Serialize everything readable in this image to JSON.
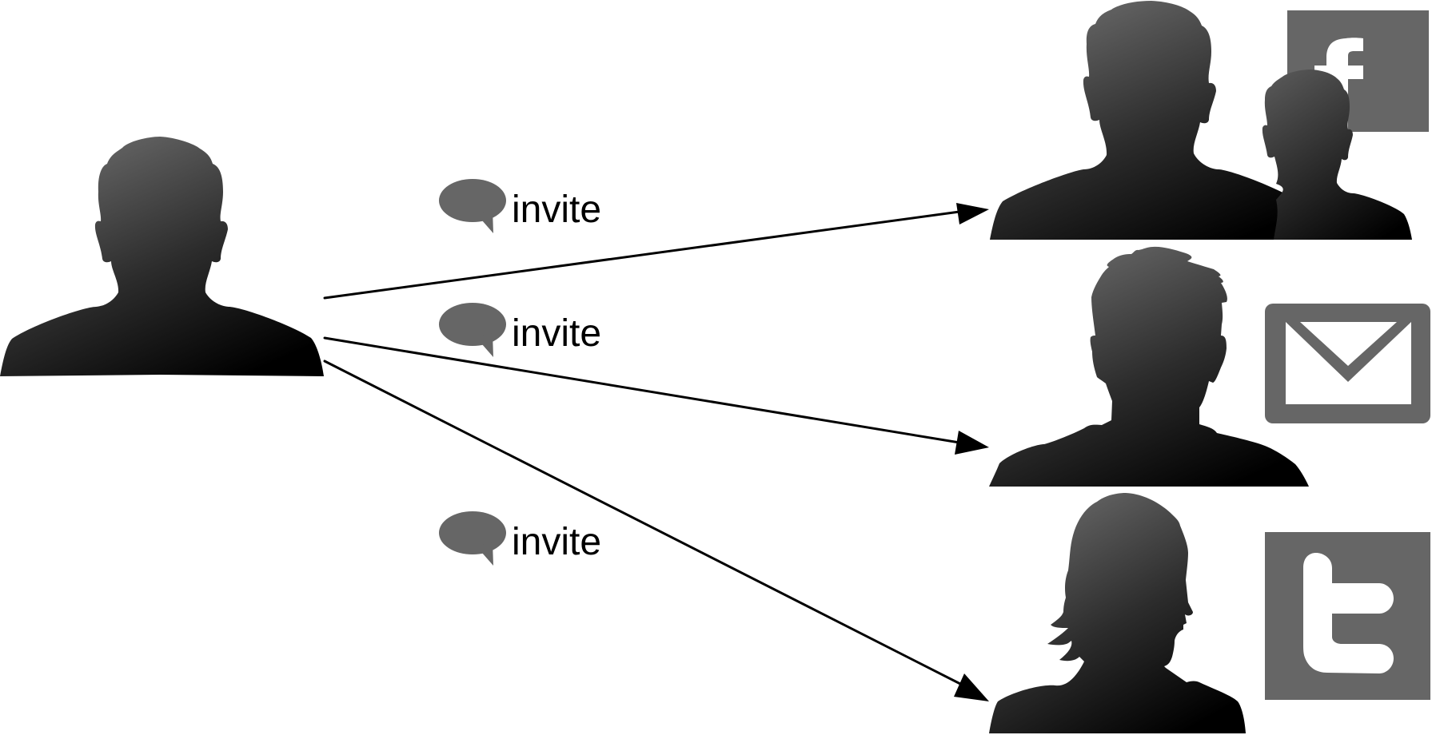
{
  "diagram": {
    "sender": {
      "icon": "person-silhouette-icon"
    },
    "invites": [
      {
        "label": "invite",
        "icon": "speech-bubble-icon"
      },
      {
        "label": "invite",
        "icon": "speech-bubble-icon"
      },
      {
        "label": "invite",
        "icon": "speech-bubble-icon"
      }
    ],
    "recipients": [
      {
        "icon": "group-silhouette-icon",
        "channel_icon": "facebook-icon"
      },
      {
        "icon": "man-silhouette-icon",
        "channel_icon": "email-envelope-icon"
      },
      {
        "icon": "woman-silhouette-icon",
        "channel_icon": "twitter-icon"
      }
    ]
  },
  "colors": {
    "silhouette_top": "#6e6e6e",
    "silhouette_bottom": "#000000",
    "icon_gray": "#666666",
    "arrow": "#000000",
    "background": "#ffffff"
  }
}
